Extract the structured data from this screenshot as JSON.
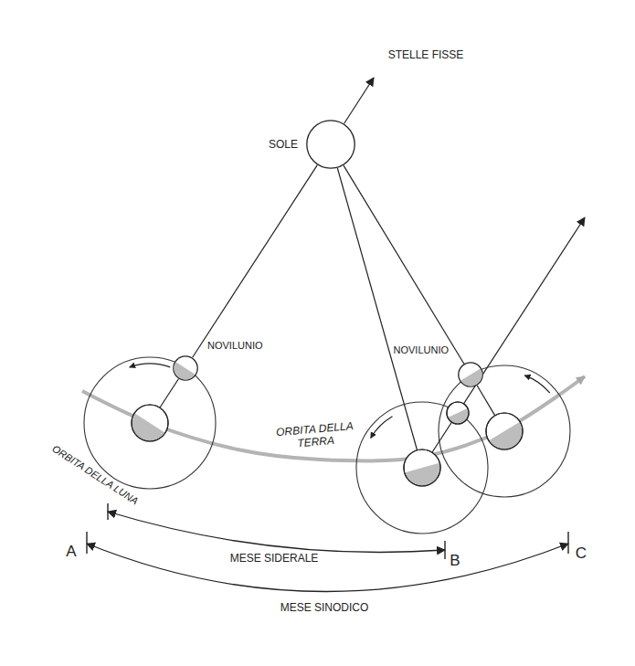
{
  "diagram": {
    "nodes": [
      {
        "text": [
          "SOLE"
        ]
      },
      {
        "text": [
          "NOVILUNIO"
        ]
      },
      {
        "text": [
          "NOVILUNIO"
        ]
      }
    ],
    "edges": [
      {
        "from": 0,
        "to": 1,
        "arrow": "none"
      },
      {
        "from": 0,
        "to": 2,
        "arrow": "none"
      }
    ],
    "labels": [
      "STELLE FISSE",
      "ORBITA DELLA TERRA",
      "ORBITA DELLA LUNA",
      "MESE SIDERALE",
      "MESE SINODICO",
      "A",
      "B",
      "C"
    ]
  }
}
